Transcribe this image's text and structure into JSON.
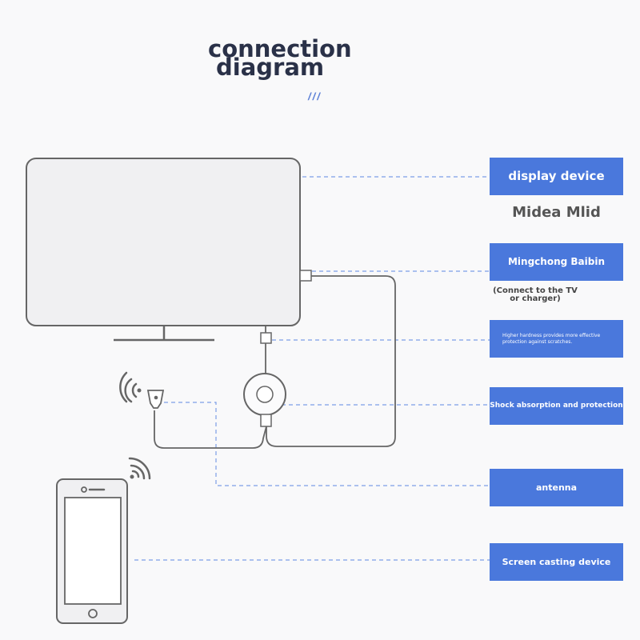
{
  "title": {
    "line1": "connection",
    "line2": "diagram",
    "accent_ticks": "///"
  },
  "labels": {
    "display_device": "display device",
    "brand": "Midea Mlid",
    "mingchong": "Mingchong Baibin",
    "connect_note": "(Connect to the TV or charger)",
    "hardness": "Higher hardness provides more effective protection against scratches.",
    "shock": "Shock absorption and protection",
    "antenna": "antenna",
    "screen_casting": "Screen casting device"
  },
  "colors": {
    "accent": "#4a78dc",
    "title": "#2a3148",
    "device_fill": "#f0f0f2",
    "device_stroke": "#666666",
    "connector_line": "#7d9ee6"
  },
  "icons": [
    "tv-icon",
    "dongle-icon",
    "antenna-icon",
    "wifi-icon",
    "phone-icon"
  ]
}
